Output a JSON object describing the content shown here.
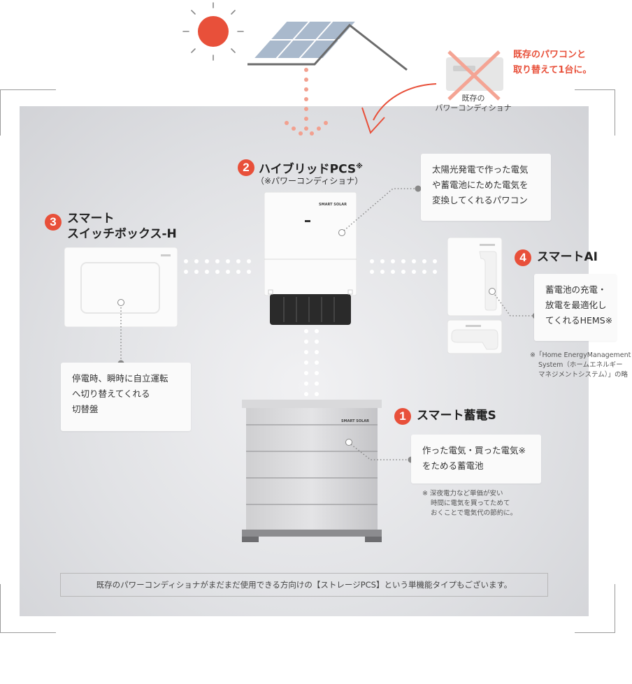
{
  "existing": {
    "callout_line1": "既存のパワコンと",
    "callout_line2": "取り替えて1台に。",
    "label_line1": "既存の",
    "label_line2": "パワーコンディショナ"
  },
  "items": {
    "pcs": {
      "number": "2",
      "title": "ハイブリッドPCS",
      "title_mark": "※",
      "subtitle": "（※パワーコンディショナ）",
      "desc": [
        "太陽光発電で作った電気",
        "や蓄電池にためた電気を",
        "変換してくれるパワコン"
      ]
    },
    "switchbox": {
      "number": "3",
      "title_line1": "スマート",
      "title_line2": "スイッチボックス-H",
      "desc": [
        "停電時、瞬時に自立運転",
        "へ切り替えてくれる",
        "切替盤"
      ]
    },
    "ai": {
      "number": "4",
      "title": "スマートAI",
      "desc": [
        "蓄電池の充電・",
        "放電を最適化し",
        "てくれるHEMS※"
      ],
      "note": [
        "※「Home EnergyManagement",
        "System（ホームエネルギー",
        "マネジメントシステム）」の略"
      ]
    },
    "battery": {
      "number": "1",
      "title": "スマート蓄電S",
      "desc": [
        "作った電気・買った電気※",
        "をためる蓄電池"
      ],
      "note": [
        "※ 深夜電力など単価が安い",
        "時間に電気を買ってためて",
        "おくことで電気代の節約に。"
      ]
    }
  },
  "brand": "SMART SOLAR",
  "bottom_note": "既存のパワーコンディショナがまだまだ使用できる方向けの【ストレージPCS】という単機能タイプもございます。",
  "colors": {
    "accent": "#e8503a",
    "panel": "#e1e2e5",
    "text": "#333333"
  }
}
